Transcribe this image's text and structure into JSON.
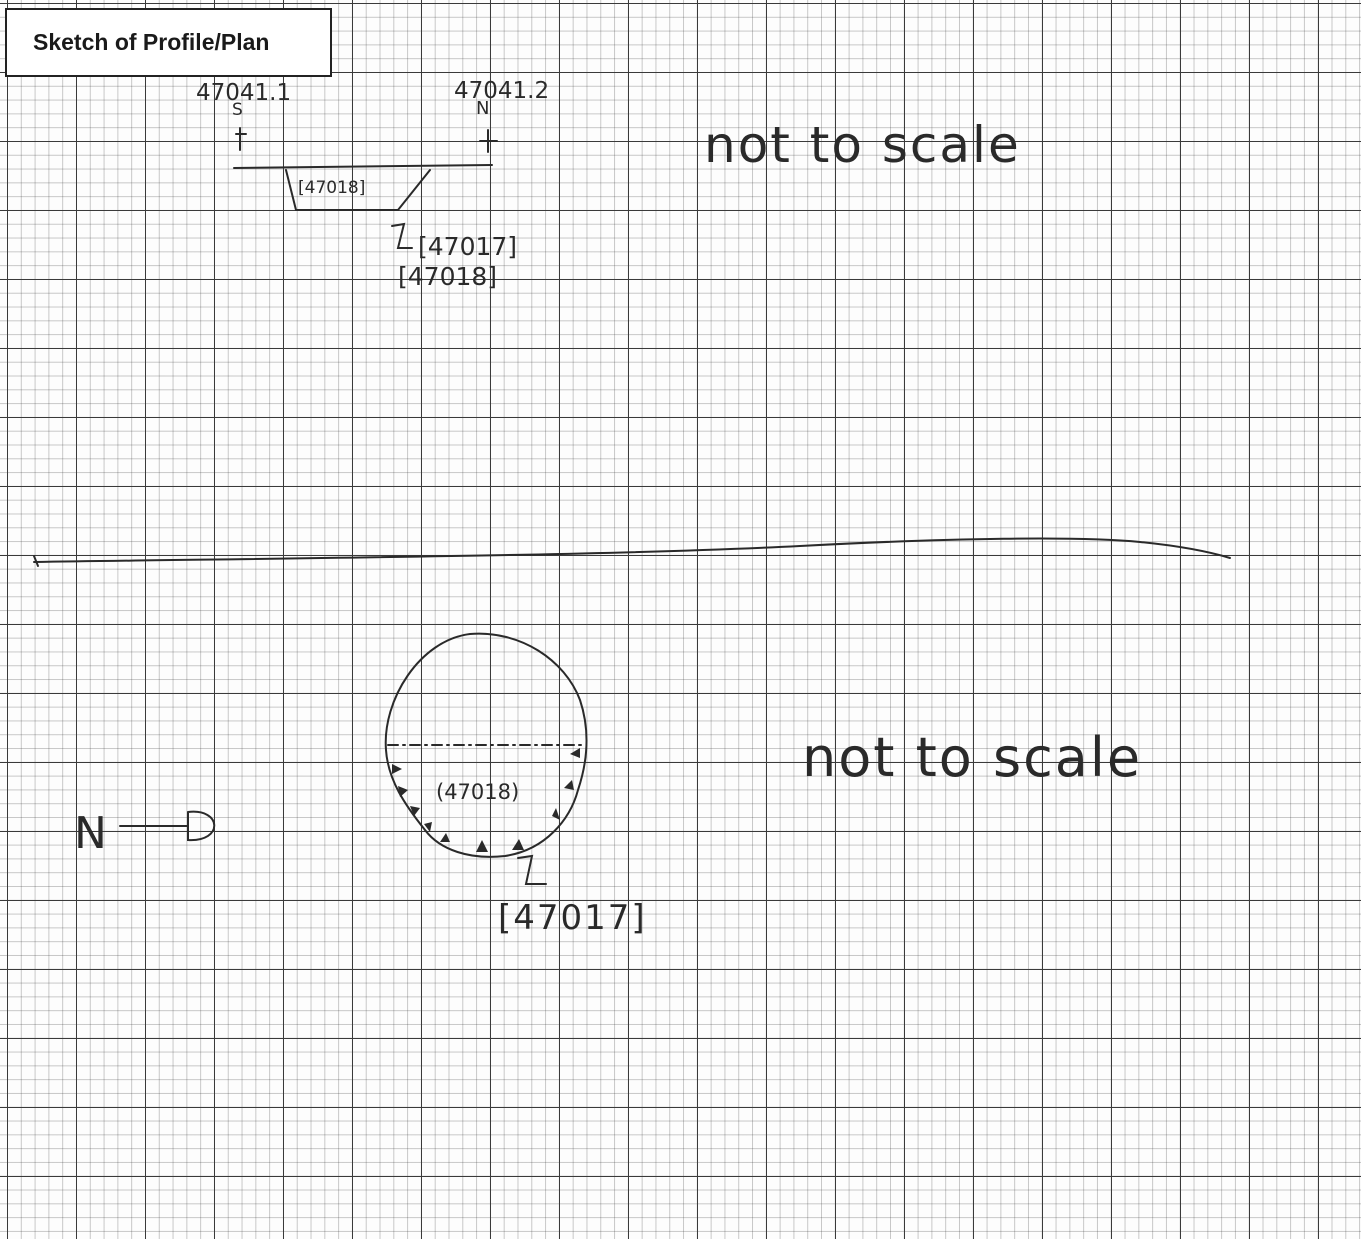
{
  "header": {
    "title": "Sketch of Profile/Plan"
  },
  "profile": {
    "point_south_id": "47041.1",
    "point_south_dir": "S",
    "point_north_id": "47041.2",
    "point_north_dir": "N",
    "context_fill": "[47018]",
    "cut_label": "[47017]",
    "fill_label": "[47018]",
    "scale_note": "not to scale"
  },
  "plan": {
    "fill_label": "(47018)",
    "cut_label": "[47017]",
    "north_label": "N",
    "scale_note": "not to scale"
  },
  "colors": {
    "ink": "#2a2a2a",
    "grid": "#3a3a3a",
    "paper": "#fdfdfd"
  }
}
